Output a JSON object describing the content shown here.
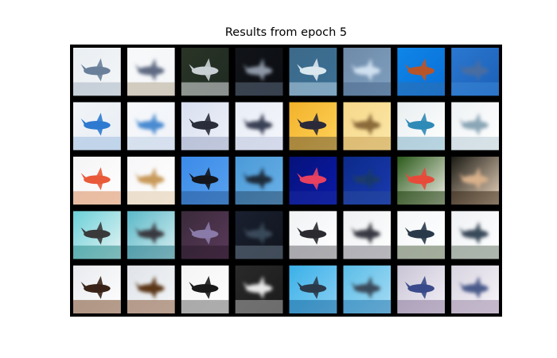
{
  "figure": {
    "title": "Results from epoch 5"
  },
  "chart_data": {
    "type": "image-grid",
    "title": "Results from epoch 5",
    "rows": 5,
    "cols": 8,
    "pairing": "each original image followed by its reconstruction",
    "background": "#000000",
    "tiles": [
      [
        "#e9eef2",
        "#6a7f9a",
        "#f4f6f8",
        "#a8b4c2"
      ],
      [
        "#f7f8fa",
        "#5f6b82",
        "#f4f6f8",
        "#b5a88f"
      ],
      [
        "#2a3426",
        "#c9cfd4",
        "#1f2a22",
        "#e6e8ea"
      ],
      [
        "#111419",
        "#8d97a6",
        "#0b0d12",
        "#5d6c80"
      ],
      [
        "#3d6a8a",
        "#d9e7ee",
        "#3a6f94",
        "#b8d3e6"
      ],
      [
        "#6e8aa8",
        "#cfe0ef",
        "#7f9fc0",
        "#4a6a8c"
      ],
      [
        "#0f86e8",
        "#b7552a",
        "#0a6ed6",
        "#2f6fb0"
      ],
      [
        "#2b78d0",
        "#4a6da0",
        "#1b5fb8",
        "#3a86d6"
      ],
      [
        "#f1f4f7",
        "#2f7ad0",
        "#e8eef5",
        "#9fbde0"
      ],
      [
        "#f6f8fb",
        "#4a8ad0",
        "#f0f3f8",
        "#c0d0e6"
      ],
      [
        "#d9dff0",
        "#2a2d3a",
        "#eef1f8",
        "#9aa6c4"
      ],
      [
        "#e9edf6",
        "#3a3f55",
        "#f4f6fb",
        "#b9c3da"
      ],
      [
        "#f2b22a",
        "#2a2a3a",
        "#ffd25a",
        "#6a5a3a"
      ],
      [
        "#f7d88a",
        "#8a6a3a",
        "#fbe7a8",
        "#c8a25a"
      ],
      [
        "#e8eef0",
        "#2f8ab6",
        "#ffffff",
        "#7fb0c8"
      ],
      [
        "#eef2f4",
        "#8aa6b6",
        "#ffffff",
        "#b8ccd6"
      ],
      [
        "#f4f4f6",
        "#e85a3a",
        "#ffffff",
        "#d98a5a"
      ],
      [
        "#f6f6f8",
        "#c89a5a",
        "#ffffff",
        "#e0c8a8"
      ],
      [
        "#3a8ae8",
        "#14161c",
        "#5aa2f0",
        "#2a5a96"
      ],
      [
        "#4a9ad8",
        "#1c2a3a",
        "#6ab0e6",
        "#2a4a6a"
      ],
      [
        "#06127a",
        "#e84060",
        "#0a1aa8",
        "#1a2a9a"
      ],
      [
        "#0c2a8a",
        "#1a3a6a",
        "#1a3ab0",
        "#2a4a9a"
      ],
      [
        "#2a5a1a",
        "#e84a3a",
        "#f4f0ea",
        "#1a3a0a"
      ],
      [
        "#1a1a14",
        "#d8b08a",
        "#f0d8c0",
        "#3a2a1a"
      ],
      [
        "#6ad0d8",
        "#3a3a3a",
        "#e8f4f4",
        "#2a8a8a"
      ],
      [
        "#5ab8c8",
        "#3a3a40",
        "#d6eef0",
        "#2a7a88"
      ],
      [
        "#3a2a3a",
        "#8a7aa8",
        "#5a3a5a",
        "#2a1a2a"
      ],
      [
        "#1a2030",
        "#3a4a5a",
        "#10141c",
        "#6a7a8a"
      ],
      [
        "#f0f2f4",
        "#2a2a30",
        "#ffffff",
        "#6a6a70"
      ],
      [
        "#eef0f2",
        "#3a3a44",
        "#ffffff",
        "#7a7a84"
      ],
      [
        "#f4f6f8",
        "#2a3a4a",
        "#ffffff",
        "#5a6a4a"
      ],
      [
        "#eef1f4",
        "#3a4a5a",
        "#ffffff",
        "#6a7a6a"
      ],
      [
        "#e8eaee",
        "#3a2418",
        "#ffffff",
        "#7a4a2a"
      ],
      [
        "#dfe3e8",
        "#5a3418",
        "#f4f6f8",
        "#8a5a3a"
      ],
      [
        "#f4f4f4",
        "#1a1a1a",
        "#ffffff",
        "#6a6a6a"
      ],
      [
        "#2a2a2a",
        "#e8e8e8",
        "#1a1a1a",
        "#b0b0b0"
      ],
      [
        "#3ab0e8",
        "#2a3a4a",
        "#8ad0f4",
        "#1a6aa0"
      ],
      [
        "#5abde8",
        "#3a4a5a",
        "#a8dcf4",
        "#2a7ab0"
      ],
      [
        "#c8c4d4",
        "#3a4a8a",
        "#f4f0f8",
        "#8a7a9a"
      ],
      [
        "#d8d4e0",
        "#4a5a8a",
        "#f8f4fa",
        "#9a8aa8"
      ]
    ]
  }
}
